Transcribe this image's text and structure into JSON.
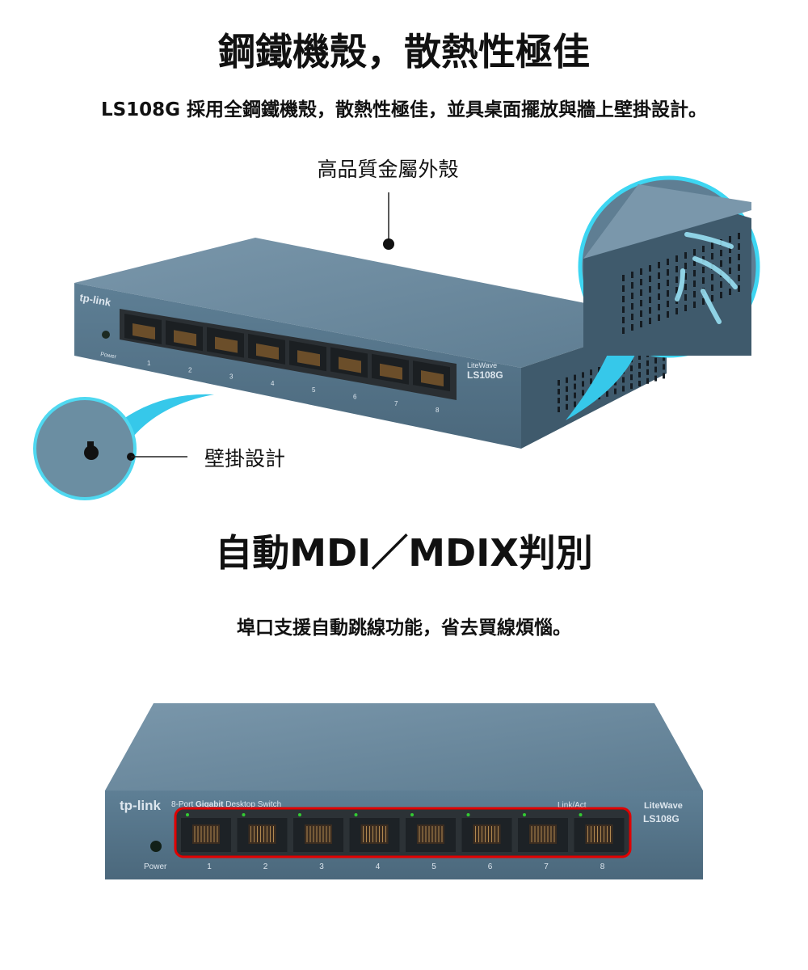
{
  "heading1": "鋼鐵機殼，散熱性極佳",
  "subtitle1": "LS108G 採用全鋼鐵機殼，散熱性極佳，並具桌面擺放與牆上壁掛設計。",
  "callout_metal": "高品質金屬外殼",
  "callout_wall": "壁掛設計",
  "heading2": "自動MDI／MDIX判別",
  "subtitle2": "埠口支援自動跳線功能，省去買線煩惱。",
  "device": {
    "brand": "tp-link",
    "description_prefix": "8-Port ",
    "description_bold": "Gigabit",
    "description_suffix": " Desktop Switch",
    "power_label": "Power",
    "link_label": "Link/Act",
    "series": "LiteWave",
    "model": "LS108G",
    "ports": [
      "1",
      "2",
      "3",
      "4",
      "5",
      "6",
      "7",
      "8"
    ]
  },
  "colors": {
    "body": "#5a7a90",
    "highlight": "#e00000",
    "accent": "#35d4f0"
  }
}
